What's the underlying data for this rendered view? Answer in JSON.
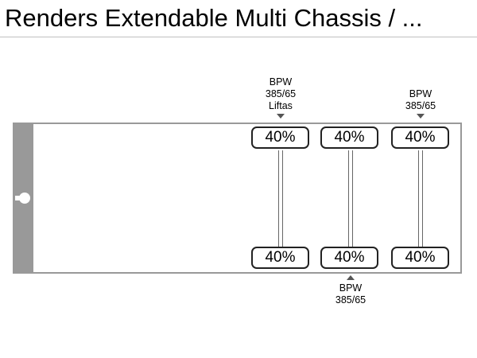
{
  "title": "Renders Extendable Multi Chassis / ...",
  "axles": [
    {
      "top_load": "40%",
      "bottom_load": "40%",
      "label_lines": [
        "BPW",
        "385/65",
        "Liftas"
      ],
      "label_position": "top"
    },
    {
      "top_load": "40%",
      "bottom_load": "40%",
      "label_lines": [
        "BPW",
        "385/65"
      ],
      "label_position": "bottom"
    },
    {
      "top_load": "40%",
      "bottom_load": "40%",
      "label_lines": [
        "BPW",
        "385/65"
      ],
      "label_position": "top"
    }
  ],
  "colors": {
    "frame": "#999999",
    "tyre_border": "#222222",
    "marker": "#555555"
  }
}
